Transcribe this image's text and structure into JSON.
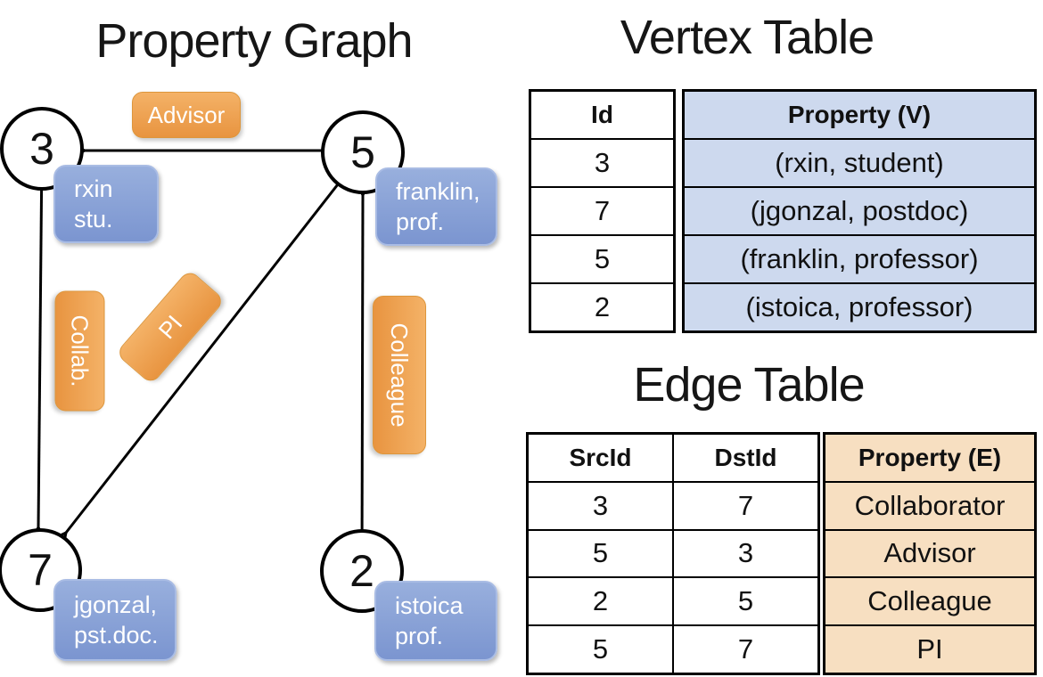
{
  "graph": {
    "title": "Property Graph",
    "nodes": [
      {
        "id": "3",
        "property_lines": [
          "rxin",
          "stu."
        ]
      },
      {
        "id": "5",
        "property_lines": [
          "franklin,",
          "prof."
        ]
      },
      {
        "id": "7",
        "property_lines": [
          "jgonzal,",
          "pst.doc."
        ]
      },
      {
        "id": "2",
        "property_lines": [
          "istoica",
          "prof."
        ]
      }
    ],
    "edge_labels": {
      "advisor": "Advisor",
      "collab": "Collab.",
      "pi": "PI",
      "colleague": "Colleague"
    }
  },
  "vertex_table": {
    "title": "Vertex Table",
    "columns": [
      "Id",
      "Property (V)"
    ],
    "rows": [
      [
        "3",
        "(rxin, student)"
      ],
      [
        "7",
        "(jgonzal, postdoc)"
      ],
      [
        "5",
        "(franklin, professor)"
      ],
      [
        "2",
        "(istoica, professor)"
      ]
    ]
  },
  "edge_table": {
    "title": "Edge Table",
    "columns": [
      "SrcId",
      "DstId",
      "Property (E)"
    ],
    "rows": [
      [
        "3",
        "7",
        "Collaborator"
      ],
      [
        "5",
        "3",
        "Advisor"
      ],
      [
        "2",
        "5",
        "Colleague"
      ],
      [
        "5",
        "7",
        "PI"
      ]
    ]
  },
  "colors": {
    "edge_label_orange": "#eda24f",
    "vertex_label_blue": "#849cd4",
    "vertex_table_fill": "#cdd9ee",
    "edge_table_fill": "#f7dfc1",
    "line_black": "#000000"
  }
}
